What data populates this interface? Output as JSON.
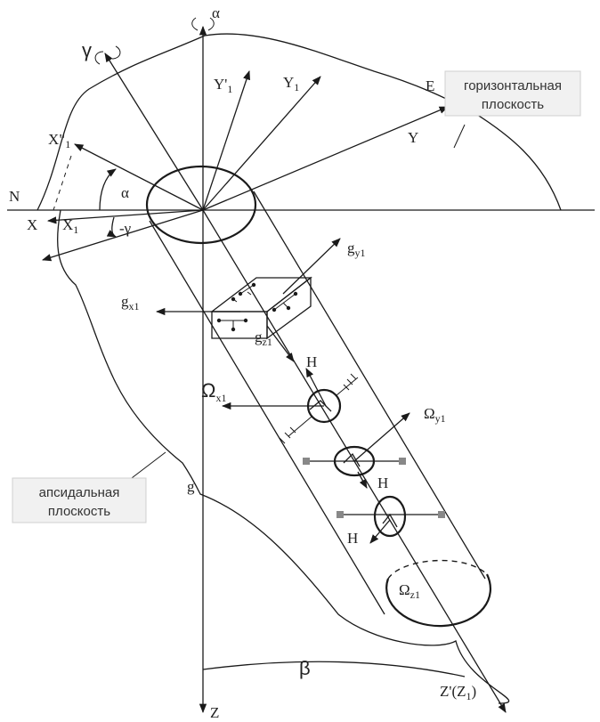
{
  "labels": {
    "gamma_axis": "γ",
    "alpha_axis": "α",
    "y1_prime": "Y'",
    "y1_prime_sub": "1",
    "y1": "Y",
    "y1_sub": "1",
    "e_point": "E",
    "y_axis": "Y",
    "x_dbl_prime": "X\"",
    "x_dbl_prime_sub": "1",
    "n_point": "N",
    "alpha_angle": "α",
    "x_axis": "X",
    "x1": "X",
    "x1_sub": "1",
    "minus_gamma": "-γ",
    "gy1": "g",
    "gy1_sub": "y1",
    "gx1": "g",
    "gx1_sub": "x1",
    "gz1": "g",
    "gz1_sub": "z1",
    "h_top": "H",
    "omega_x1": "Ω",
    "omega_x1_sub": "x1",
    "omega_y1": "Ω",
    "omega_y1_sub": "y1",
    "h_mid": "H",
    "h_low": "H",
    "omega_z1": "Ω",
    "omega_z1_sub": "z1",
    "g_point": "g",
    "beta_angle": "β",
    "z_prime": "Z'(Z",
    "z_prime_sub": "1",
    "z_prime_close": ")",
    "z_axis": "Z"
  },
  "boxes": {
    "horizontal_line1": "горизонтальная",
    "horizontal_line2": "плоскость",
    "apsidal_line1": "апсидальная",
    "apsidal_line2": "плоскость"
  }
}
